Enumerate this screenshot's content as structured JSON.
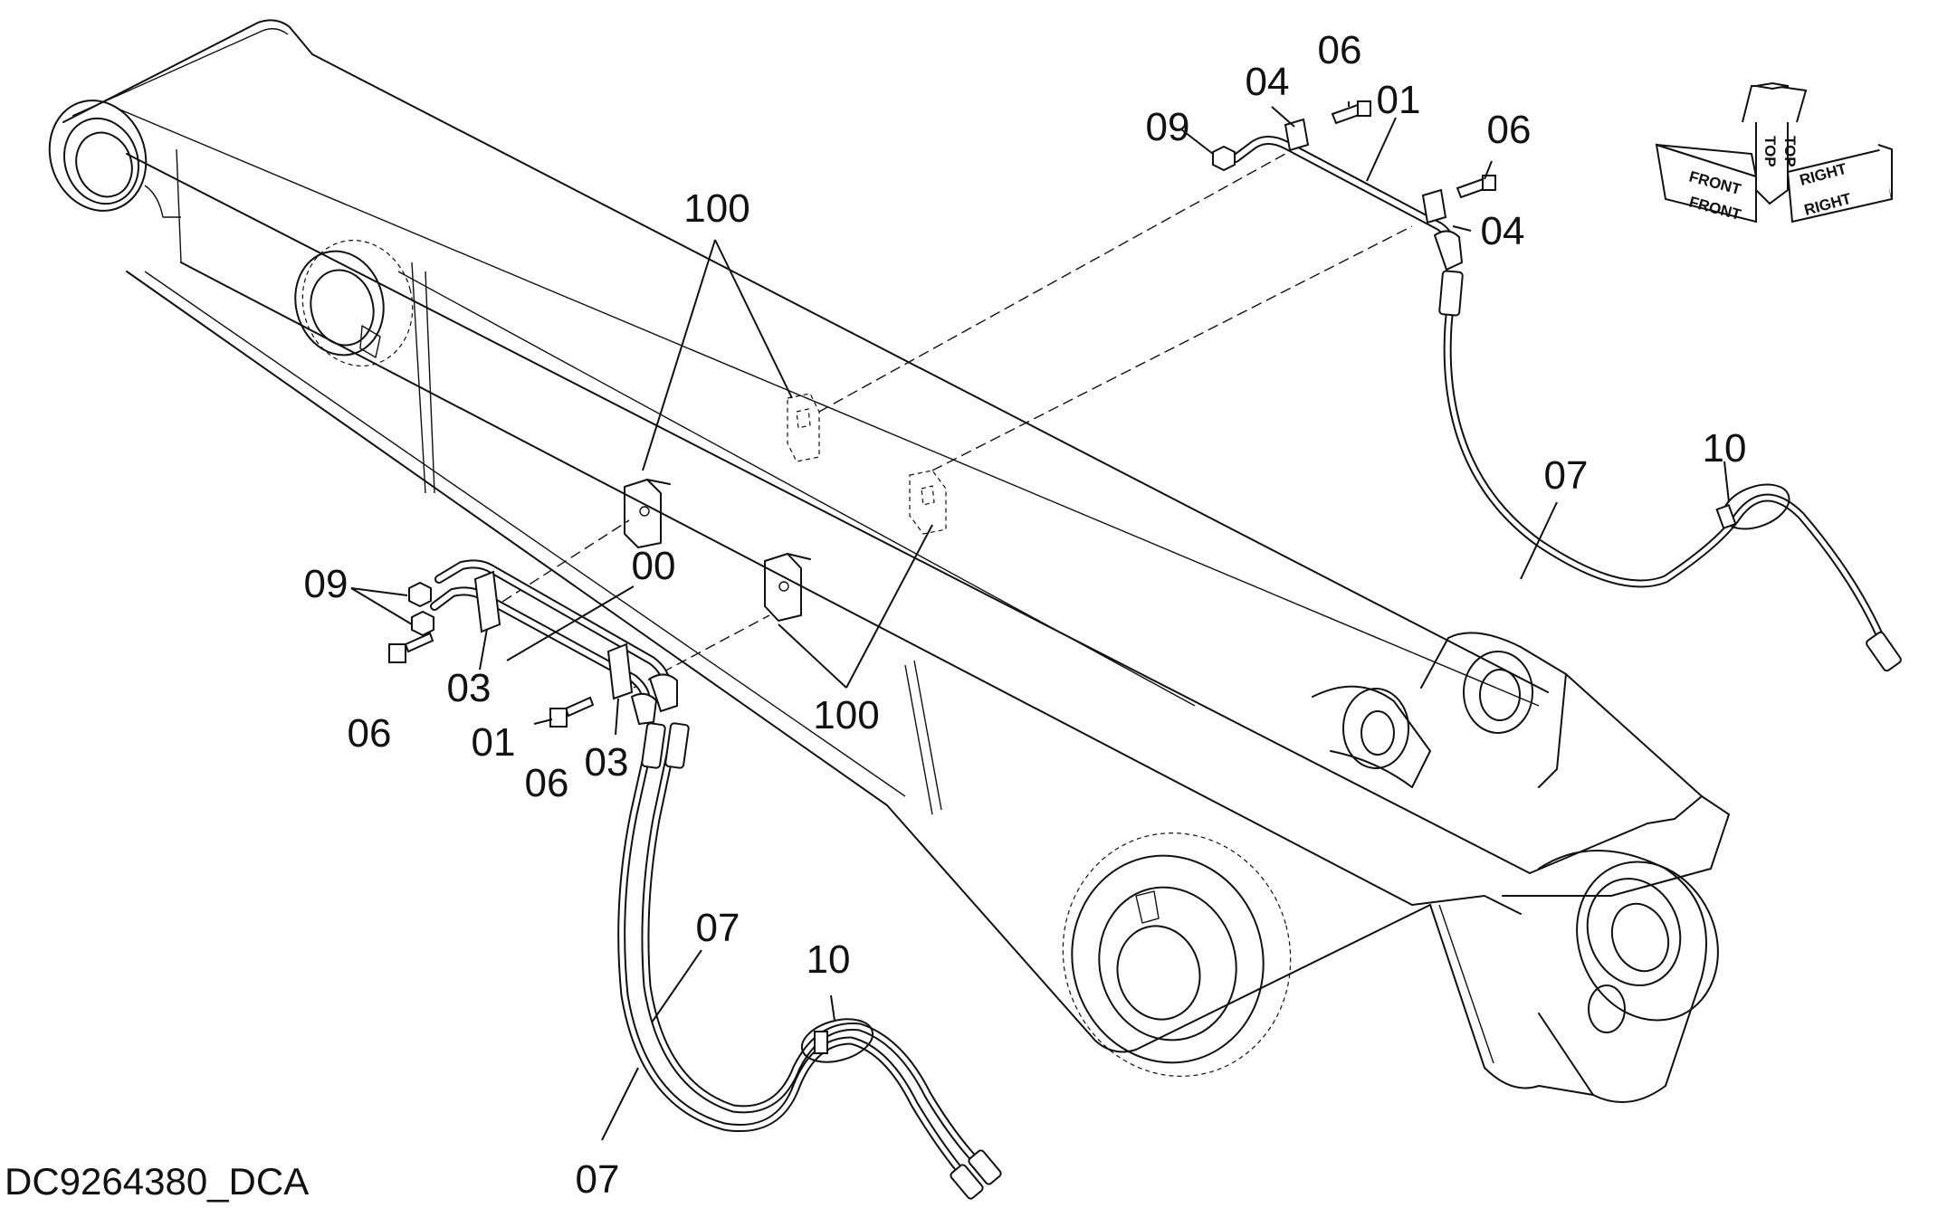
{
  "drawing_number": "DC9264380_DCA",
  "callouts": {
    "pipe_top": "01",
    "clamp_top_a": "04",
    "clamp_top_b": "04",
    "bolt_top_a": "06",
    "bolt_top_b": "06",
    "nut_top": "09",
    "hose_right": "07",
    "band_right": "10",
    "bracket_upper": "100",
    "bracket_lower": "100",
    "item_00": "00",
    "nut_left": "09",
    "clamp_left_a": "03",
    "clamp_left_b": "03",
    "pipe_left": "01",
    "bolt_left_a": "06",
    "bolt_left_b": "06",
    "hose_left_a": "07",
    "hose_left_b": "07",
    "band_left": "10"
  },
  "orientation": {
    "front": "FRONT",
    "top": "TOP",
    "right": "RIGHT"
  }
}
